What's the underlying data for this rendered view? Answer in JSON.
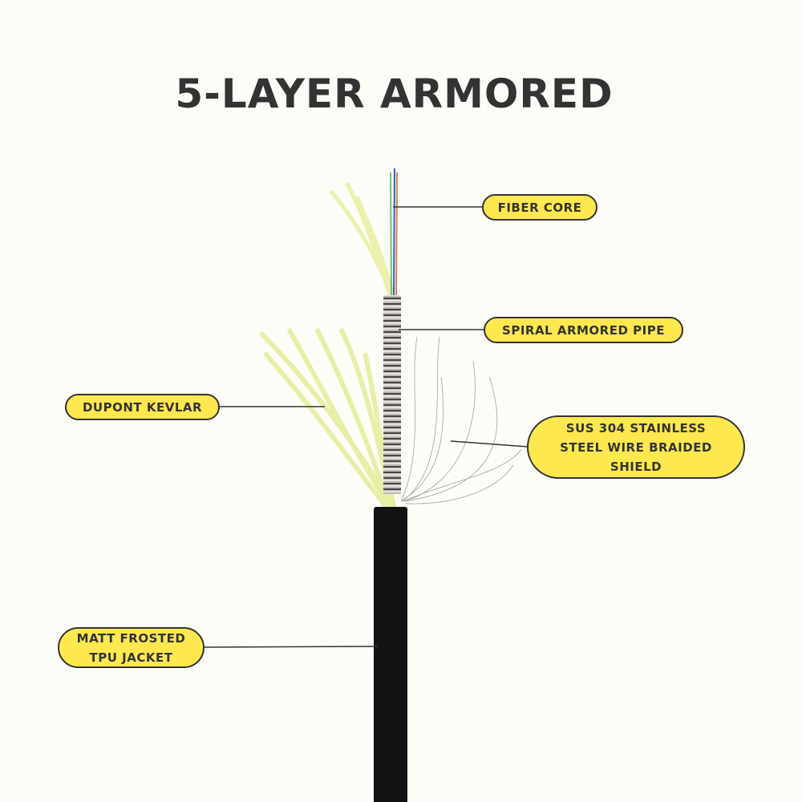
{
  "title": "5-LAYER ARMORED",
  "labels": {
    "fiber_core": "FIBER CORE",
    "spiral_pipe": "SPIRAL ARMORED PIPE",
    "kevlar": "DUPONT KEVLAR",
    "braided_shield_l1": "SUS 304 STAINLESS",
    "braided_shield_l2": "STEEL WIRE BRAIDED",
    "braided_shield_l3": "SHIELD",
    "jacket_l1": "MATT FROSTED",
    "jacket_l2": "TPU JACKET"
  },
  "colors": {
    "label_fill": "#fde84f",
    "text": "#333333",
    "background": "#fdfdf8"
  }
}
